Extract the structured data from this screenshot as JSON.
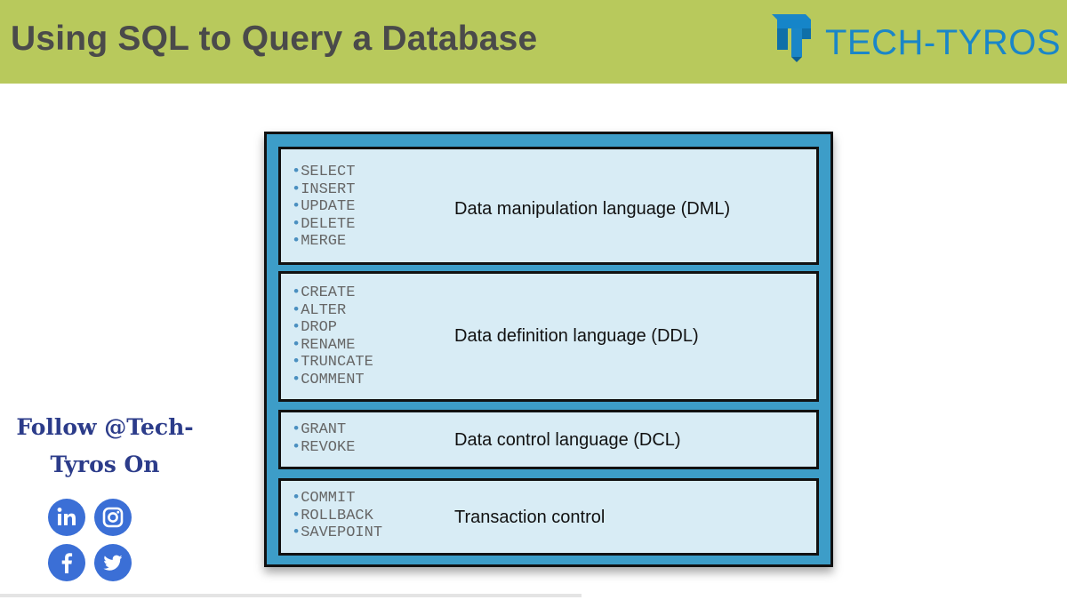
{
  "header": {
    "title": "Using SQL to Query a Database",
    "brand_name": "TECH-TYROS",
    "background_color": "#b8c95c",
    "brand_color": "#1a86c8"
  },
  "diagram": {
    "frame_color": "#3d9dc8",
    "panel_color": "#d8ecf5",
    "panels": [
      {
        "label": "Data manipulation language (DML)",
        "commands": [
          "SELECT",
          "INSERT",
          "UPDATE",
          "DELETE",
          "MERGE"
        ]
      },
      {
        "label": "Data definition language (DDL)",
        "commands": [
          "CREATE",
          "ALTER",
          "DROP",
          "RENAME",
          "TRUNCATE",
          "COMMENT"
        ]
      },
      {
        "label": "Data control language (DCL)",
        "commands": [
          "GRANT",
          "REVOKE"
        ]
      },
      {
        "label": "Transaction control",
        "commands": [
          "COMMIT",
          "ROLLBACK",
          "SAVEPOINT"
        ]
      }
    ]
  },
  "follow": {
    "line1": "Follow @Tech-",
    "line2": "Tyros On",
    "text_color": "#2c3c8a",
    "icon_color": "#3b6fd6",
    "icons": [
      "linkedin-icon",
      "instagram-icon",
      "facebook-icon",
      "twitter-icon"
    ]
  }
}
